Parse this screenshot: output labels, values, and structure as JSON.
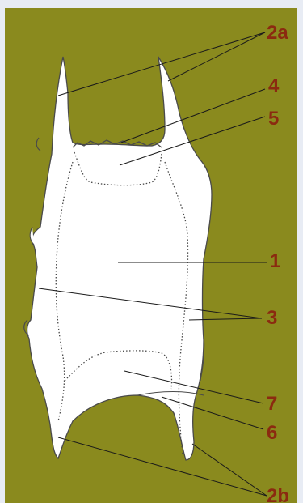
{
  "colors": {
    "panel_background": "#8a8a1e",
    "frame_background": "#e8ecf4",
    "specimen_fill": "#ffffff",
    "outline": "#4a4a4a",
    "label_color": "#8b2a10"
  },
  "labels": {
    "l2a": "2a",
    "l4": "4",
    "l5": "5",
    "l1": "1",
    "l3": "3",
    "l7": "7",
    "l6": "6",
    "l2b": "2b"
  }
}
